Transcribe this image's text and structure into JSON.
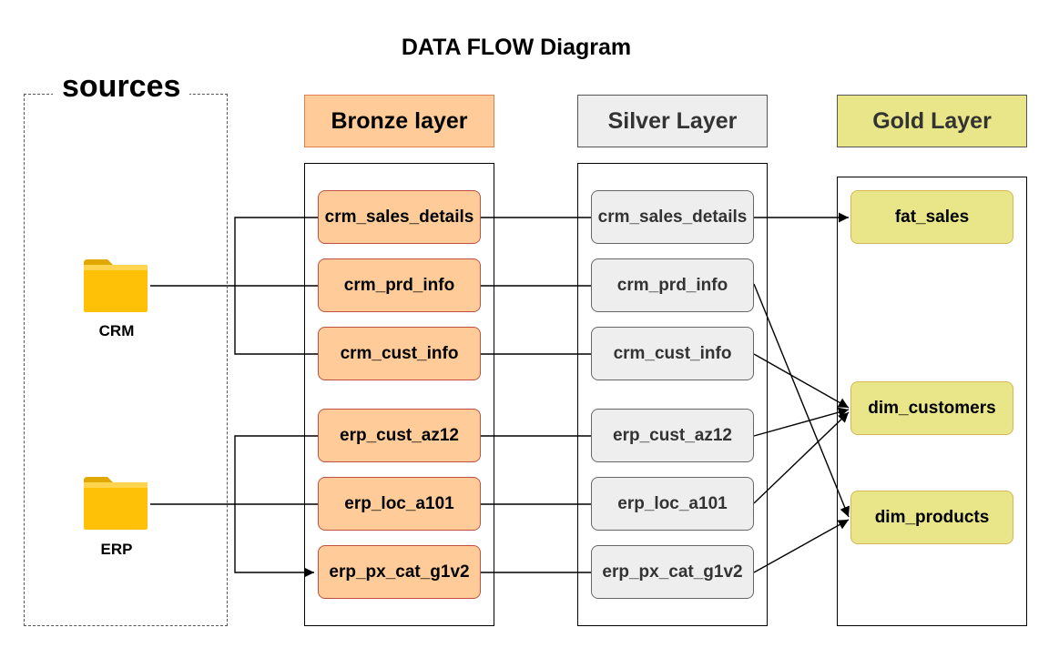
{
  "title": "DATA FLOW Diagram",
  "sources": {
    "label": "sources",
    "items": [
      {
        "label": "CRM",
        "icon": "folder-icon"
      },
      {
        "label": "ERP",
        "icon": "folder-icon"
      }
    ]
  },
  "layers": {
    "bronze": {
      "header": "Bronze layer",
      "tables": [
        "crm_sales_details",
        "crm_prd_info",
        "crm_cust_info",
        "erp_cust_az12",
        "erp_loc_a101",
        "erp_px_cat_g1v2"
      ]
    },
    "silver": {
      "header": "Silver Layer",
      "tables": [
        "crm_sales_details",
        "crm_prd_info",
        "crm_cust_info",
        "erp_cust_az12",
        "erp_loc_a101",
        "erp_px_cat_g1v2"
      ]
    },
    "gold": {
      "header": "Gold Layer",
      "tables": [
        "fat_sales",
        "dim_customers",
        "dim_products"
      ]
    }
  },
  "colors": {
    "bronze_fill": "#ffcc99",
    "silver_fill": "#eeeeee",
    "gold_fill": "#e8e689",
    "folder": "#ffc107"
  }
}
